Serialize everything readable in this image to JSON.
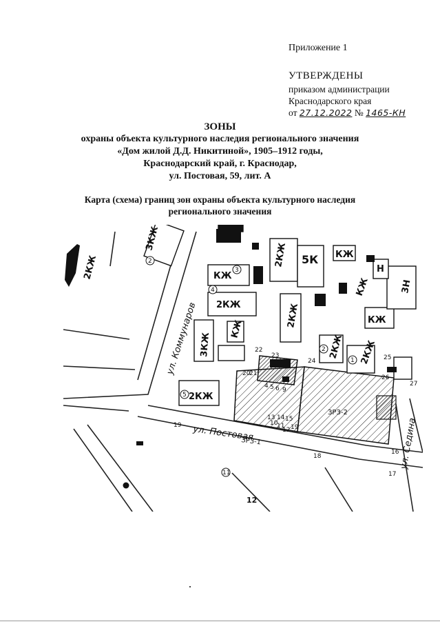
{
  "header": {
    "appendix": "Приложение 1",
    "approved": "УТВЕРЖДЕНЫ",
    "order_line1": "приказом администрации",
    "order_line2": "Краснодарского края",
    "order_from": "от",
    "order_date": "27.12.2022",
    "order_no_sign": "№",
    "order_number": "1465-КН"
  },
  "title": {
    "line0": "ЗОНЫ",
    "line1": "охраны объекта культурного наследия регионального значения",
    "line2": "«Дом жилой Д.Д. Никитиной», 1905–1912 годы,",
    "line3": "Краснодарский край, г. Краснодар,",
    "line4": "ул. Постовая, 59, лит. А"
  },
  "subtitle": {
    "line1": "Карта (схема) границ зон охраны объекта культурного наследия",
    "line2": "регионального значения"
  },
  "map": {
    "streets": {
      "kommunarov": "ул. Коммунаров",
      "postovaya": "ул. Постовая",
      "sedina": "ул. Седина"
    },
    "zones": {
      "zrz1": "ЗРЗ-1",
      "zrz2": "ЗРЗ-2"
    },
    "buildings": {
      "b1": "2КЖ",
      "b2": "3КЖ",
      "b3": "2КЖ",
      "b4": "5К",
      "b5": "КЖ",
      "b6": "КЖ",
      "b7": "2КЖ",
      "b8": "3КЖ",
      "b9": "КЖ",
      "b10": "2КЖ",
      "b11": "2КЖ",
      "b12": "КЖ",
      "b13": "3Н",
      "b14": "Н",
      "b15": "2КЖ",
      "b16": "КЖ",
      "b17": "2КЖ"
    },
    "circle_numbers": {
      "c1": "2",
      "c2": "3",
      "c3": "4",
      "c4": "5",
      "c5": "1",
      "c6": "2",
      "c7": "11",
      "c8": "12"
    },
    "points": {
      "p19a": "19",
      "p20": "20",
      "p21": "21",
      "p22": "22",
      "p23": "23",
      "p24": "24",
      "p25": "25",
      "p26": "26",
      "p27": "27",
      "p16": "16",
      "p17": "17",
      "p18": "18",
      "p19b": "19",
      "p4": "4",
      "p5": "5",
      "p6": "6",
      "p9": "9",
      "p10": "10",
      "p11": "11",
      "p12": "12",
      "p13": "13",
      "p14": "14",
      "p15": "15"
    }
  }
}
